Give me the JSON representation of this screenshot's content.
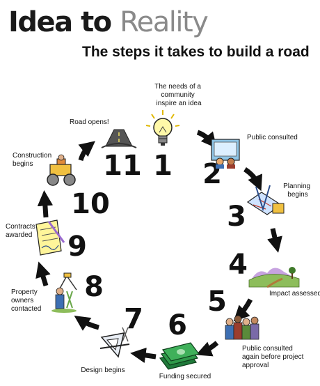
{
  "title": {
    "bold": "Idea to",
    "light": "Reality"
  },
  "subtitle": "The steps it takes to build a road",
  "steps": [
    {
      "number": "1",
      "label_lines": [
        "The needs of a",
        "community",
        "inspire an idea"
      ],
      "icon": "lightbulb-icon"
    },
    {
      "number": "2",
      "label_lines": [
        "Public consulted"
      ],
      "icon": "meeting-icon"
    },
    {
      "number": "3",
      "label_lines": [
        "Planning",
        "begins"
      ],
      "icon": "blueprint-icon"
    },
    {
      "number": "4",
      "label_lines": [],
      "icon": "landscape-icon"
    },
    {
      "number": "5",
      "label_lines": [
        "Impact assessed"
      ],
      "icon": ""
    },
    {
      "number": "6",
      "label_lines": [
        "Public consulted",
        "again before project",
        "approval"
      ],
      "icon": "crowd-icon"
    },
    {
      "number": "",
      "label_lines": [
        "Funding secured"
      ],
      "icon": "money-icon"
    },
    {
      "number": "7",
      "label_lines": [
        "Design begins"
      ],
      "icon": "drafting-tools-icon"
    },
    {
      "number": "8",
      "label_lines": [
        "Property",
        "owners",
        "contacted"
      ],
      "icon": "surveyor-icon"
    },
    {
      "number": "9",
      "label_lines": [
        "Contracts",
        "awarded"
      ],
      "icon": "contract-icon"
    },
    {
      "number": "10",
      "label_lines": [
        "Construction",
        "begins"
      ],
      "icon": "roller-icon"
    },
    {
      "number": "11",
      "label_lines": [
        "Road opens!"
      ],
      "icon": "road-icon"
    }
  ]
}
